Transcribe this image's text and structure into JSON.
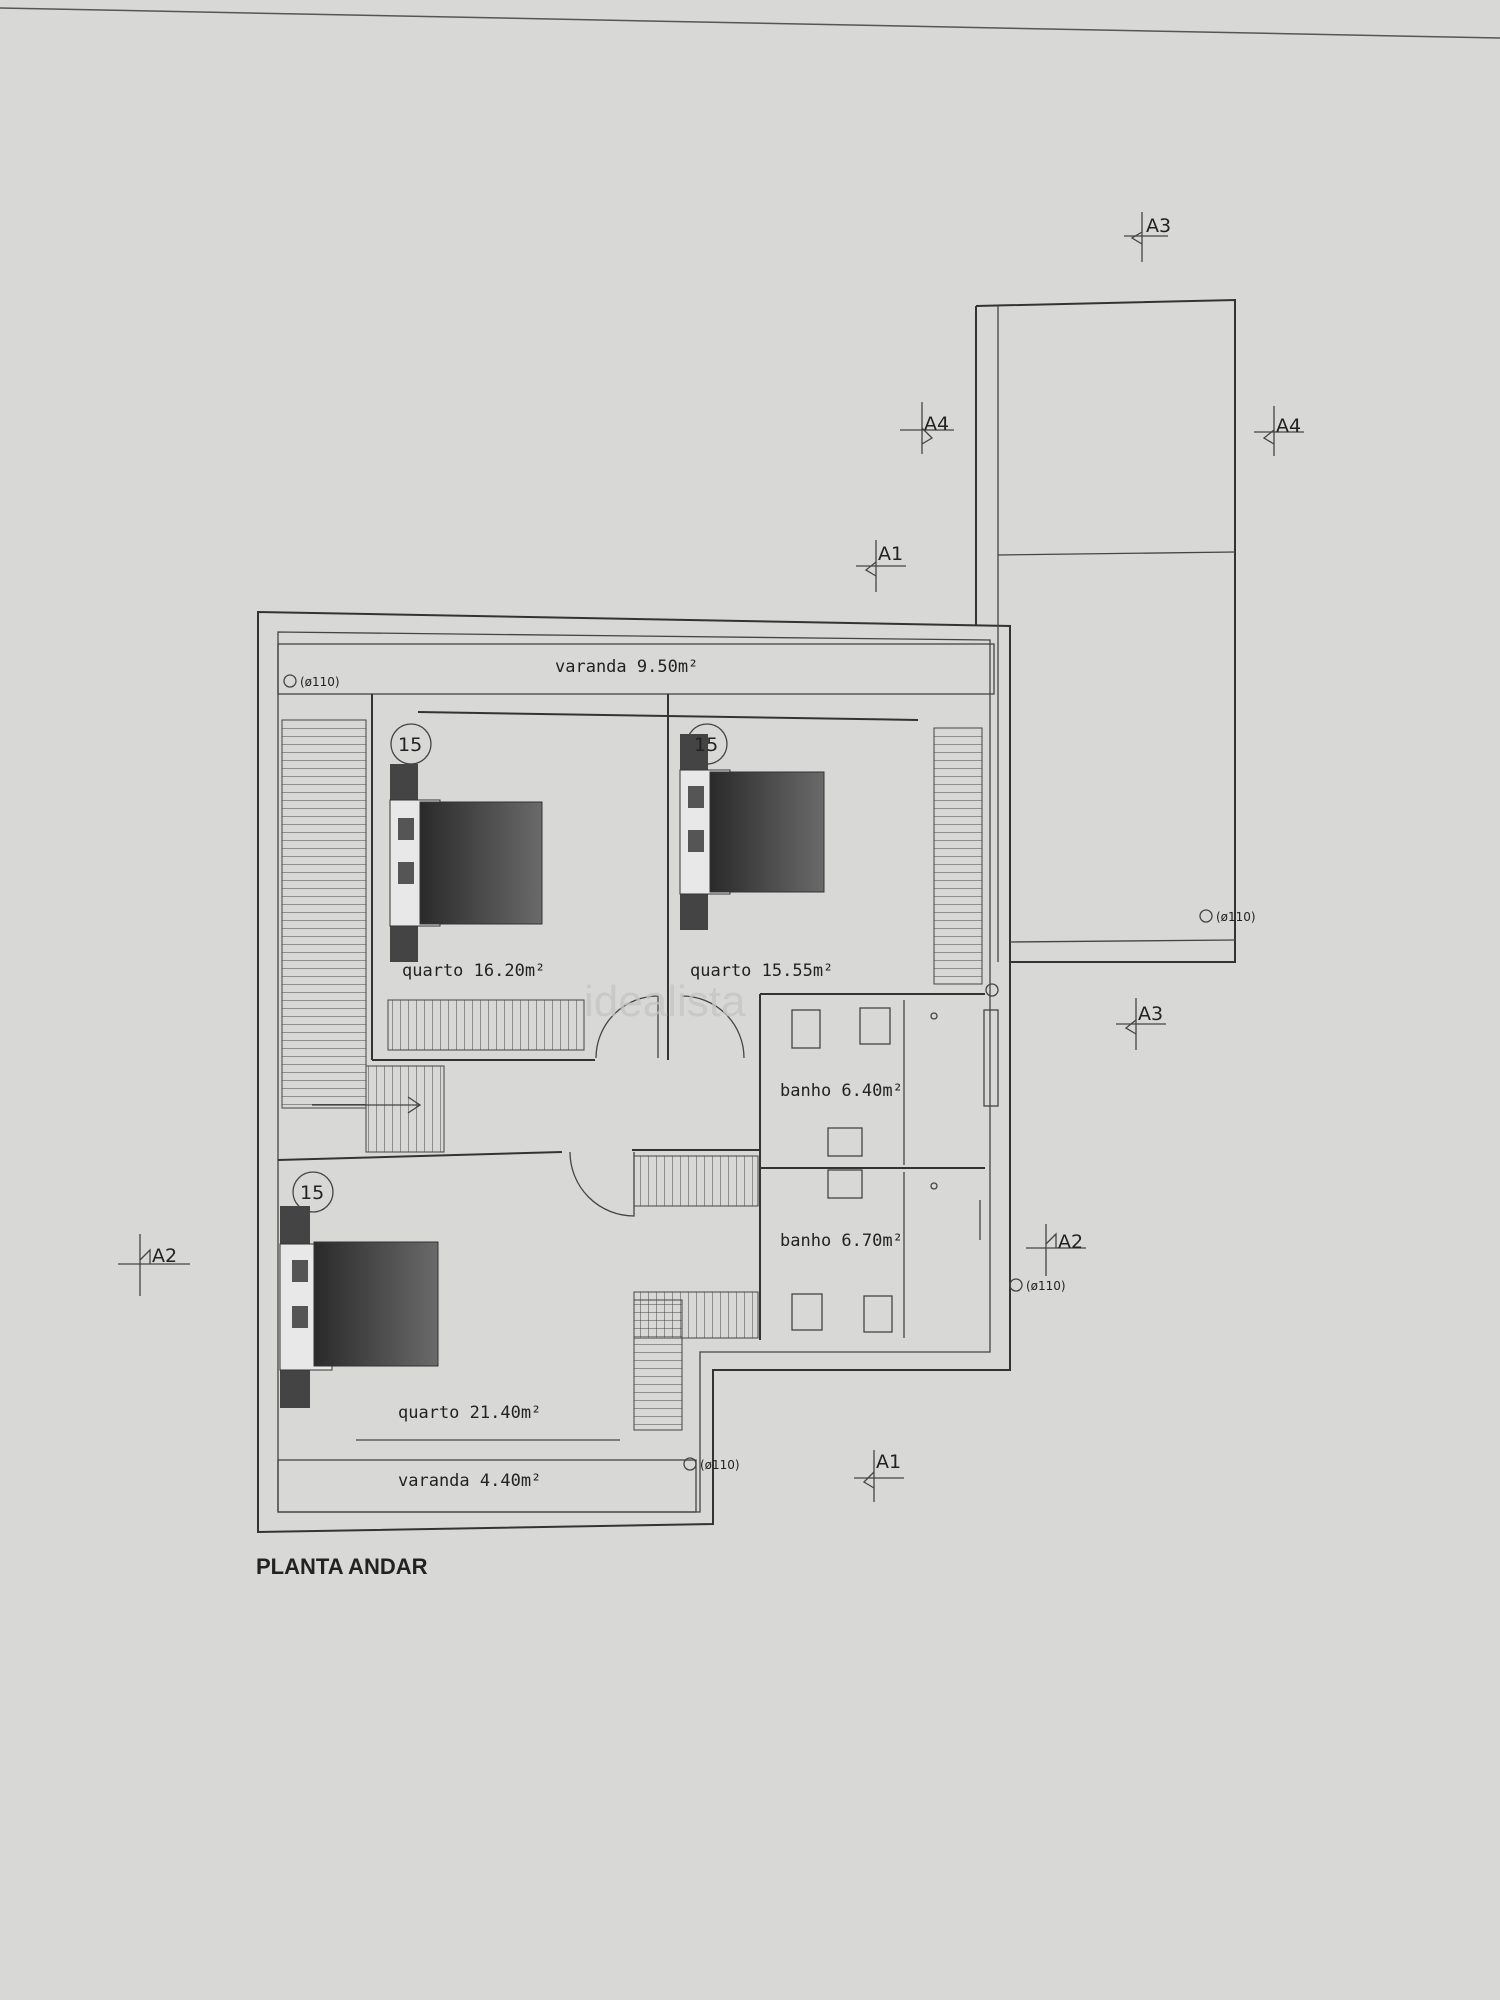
{
  "plan": {
    "title": "PLANTA ANDAR",
    "watermark": "idealista",
    "rooms": [
      {
        "key": "varanda_top",
        "label": "varanda 9.50m²"
      },
      {
        "key": "quarto_1",
        "label": "quarto 16.20m²"
      },
      {
        "key": "quarto_2",
        "label": "quarto 15.55m²"
      },
      {
        "key": "banho_1",
        "label": "banho 6.40m²"
      },
      {
        "key": "banho_2",
        "label": "banho 6.70m²"
      },
      {
        "key": "quarto_3",
        "label": "quarto 21.40m²"
      },
      {
        "key": "varanda_bottom",
        "label": "varanda 4.40m²"
      }
    ],
    "room_markers": [
      "15",
      "15",
      "15"
    ],
    "drain_label": "(ø110)",
    "section_marks": [
      "A3",
      "A4",
      "A4",
      "A1",
      "A3",
      "A2",
      "A2",
      "A1"
    ]
  },
  "colors": {
    "paper": "#d8d9d7",
    "line": "#333333",
    "bed_fill": "#555555"
  }
}
